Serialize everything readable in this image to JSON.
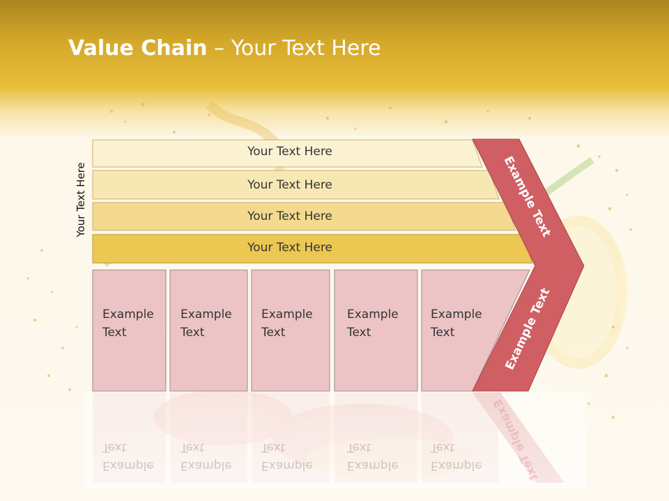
{
  "title": {
    "bold": "Value Chain",
    "rest": " – Your Text Here"
  },
  "side_label": "Your Text Here",
  "bars": [
    "Your Text Here",
    "Your Text Here",
    "Your Text Here",
    "Your Text Here"
  ],
  "boxes": [
    {
      "line1": "Example",
      "line2": "Text"
    },
    {
      "line1": "Example",
      "line2": "Text"
    },
    {
      "line1": "Example",
      "line2": "Text"
    },
    {
      "line1": "Example",
      "line2": "Text"
    },
    {
      "line1": "Example",
      "line2": "Text"
    }
  ],
  "chevron": {
    "top_label": "Example Text",
    "bottom_label": "Example Text"
  },
  "colors": {
    "bar_fills": [
      "#fbf2d3",
      "#f7e7b3",
      "#f3da8e",
      "#ecc752"
    ],
    "box_fill": "#ecc4c6",
    "chevron_fill": "#cf5f63"
  }
}
